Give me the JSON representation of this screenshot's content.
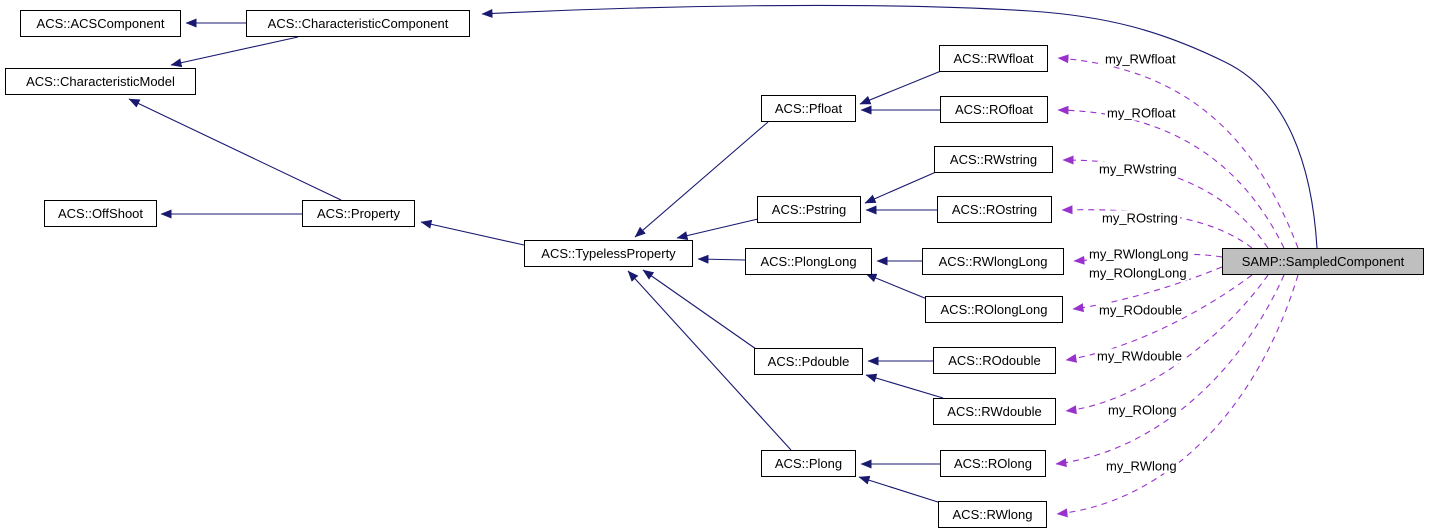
{
  "diagram": {
    "type": "class-collaboration-graph",
    "colors": {
      "background": "#ffffff",
      "node_fill": "#ffffff",
      "node_border": "#000000",
      "node_text": "#000000",
      "highlighted_node_fill": "#bfbfbf",
      "inheritance_edge": "#191970",
      "usage_edge": "#9932cc"
    },
    "highlighted_node": "SAMP::SampledComponent",
    "nodes": [
      {
        "id": "acs-acscomponent",
        "label": "ACS::ACSComponent"
      },
      {
        "id": "acs-characteristiccomponent",
        "label": "ACS::CharacteristicComponent"
      },
      {
        "id": "acs-characteristicmodel",
        "label": "ACS::CharacteristicModel"
      },
      {
        "id": "acs-offshoot",
        "label": "ACS::OffShoot"
      },
      {
        "id": "acs-property",
        "label": "ACS::Property"
      },
      {
        "id": "acs-typelessproperty",
        "label": "ACS::TypelessProperty"
      },
      {
        "id": "acs-pfloat",
        "label": "ACS::Pfloat"
      },
      {
        "id": "acs-pstring",
        "label": "ACS::Pstring"
      },
      {
        "id": "acs-plonglong",
        "label": "ACS::PlongLong"
      },
      {
        "id": "acs-pdouble",
        "label": "ACS::Pdouble"
      },
      {
        "id": "acs-plong",
        "label": "ACS::Plong"
      },
      {
        "id": "acs-rwfloat",
        "label": "ACS::RWfloat"
      },
      {
        "id": "acs-rofloat",
        "label": "ACS::ROfloat"
      },
      {
        "id": "acs-rwstring",
        "label": "ACS::RWstring"
      },
      {
        "id": "acs-rostring",
        "label": "ACS::ROstring"
      },
      {
        "id": "acs-rwlonglong",
        "label": "ACS::RWlongLong"
      },
      {
        "id": "acs-rolonglong",
        "label": "ACS::ROlongLong"
      },
      {
        "id": "acs-rodouble",
        "label": "ACS::ROdouble"
      },
      {
        "id": "acs-rwdouble",
        "label": "ACS::RWdouble"
      },
      {
        "id": "acs-rolong",
        "label": "ACS::ROlong"
      },
      {
        "id": "acs-rwlong",
        "label": "ACS::RWlong"
      },
      {
        "id": "samp-sampledcomponent",
        "label": "SAMP::SampledComponent"
      }
    ],
    "inheritance_edges": [
      {
        "from": "ACS::CharacteristicComponent",
        "to": "ACS::ACSComponent"
      },
      {
        "from": "ACS::CharacteristicComponent",
        "to": "ACS::CharacteristicModel"
      },
      {
        "from": "ACS::Property",
        "to": "ACS::CharacteristicModel"
      },
      {
        "from": "ACS::Property",
        "to": "ACS::OffShoot"
      },
      {
        "from": "ACS::TypelessProperty",
        "to": "ACS::Property"
      },
      {
        "from": "ACS::Pfloat",
        "to": "ACS::TypelessProperty"
      },
      {
        "from": "ACS::Pstring",
        "to": "ACS::TypelessProperty"
      },
      {
        "from": "ACS::PlongLong",
        "to": "ACS::TypelessProperty"
      },
      {
        "from": "ACS::Pdouble",
        "to": "ACS::TypelessProperty"
      },
      {
        "from": "ACS::Plong",
        "to": "ACS::TypelessProperty"
      },
      {
        "from": "ACS::RWfloat",
        "to": "ACS::Pfloat"
      },
      {
        "from": "ACS::ROfloat",
        "to": "ACS::Pfloat"
      },
      {
        "from": "ACS::RWstring",
        "to": "ACS::Pstring"
      },
      {
        "from": "ACS::ROstring",
        "to": "ACS::Pstring"
      },
      {
        "from": "ACS::RWlongLong",
        "to": "ACS::PlongLong"
      },
      {
        "from": "ACS::ROlongLong",
        "to": "ACS::PlongLong"
      },
      {
        "from": "ACS::ROdouble",
        "to": "ACS::Pdouble"
      },
      {
        "from": "ACS::RWdouble",
        "to": "ACS::Pdouble"
      },
      {
        "from": "ACS::ROlong",
        "to": "ACS::Plong"
      },
      {
        "from": "ACS::RWlong",
        "to": "ACS::Plong"
      },
      {
        "from": "SAMP::SampledComponent",
        "to": "ACS::CharacteristicComponent"
      }
    ],
    "usage_edges": [
      {
        "label": "my_RWfloat",
        "from": "SAMP::SampledComponent",
        "to": "ACS::RWfloat"
      },
      {
        "label": "my_ROfloat",
        "from": "SAMP::SampledComponent",
        "to": "ACS::ROfloat"
      },
      {
        "label": "my_RWstring",
        "from": "SAMP::SampledComponent",
        "to": "ACS::RWstring"
      },
      {
        "label": "my_ROstring",
        "from": "SAMP::SampledComponent",
        "to": "ACS::ROstring"
      },
      {
        "label": "my_RWlongLong",
        "from": "SAMP::SampledComponent",
        "to": "ACS::RWlongLong"
      },
      {
        "label": "my_ROlongLong",
        "from": "SAMP::SampledComponent",
        "to": "ACS::ROlongLong"
      },
      {
        "label": "my_ROdouble",
        "from": "SAMP::SampledComponent",
        "to": "ACS::ROdouble"
      },
      {
        "label": "my_RWdouble",
        "from": "SAMP::SampledComponent",
        "to": "ACS::RWdouble"
      },
      {
        "label": "my_ROlong",
        "from": "SAMP::SampledComponent",
        "to": "ACS::ROlong"
      },
      {
        "label": "my_RWlong",
        "from": "SAMP::SampledComponent",
        "to": "ACS::RWlong"
      }
    ]
  }
}
